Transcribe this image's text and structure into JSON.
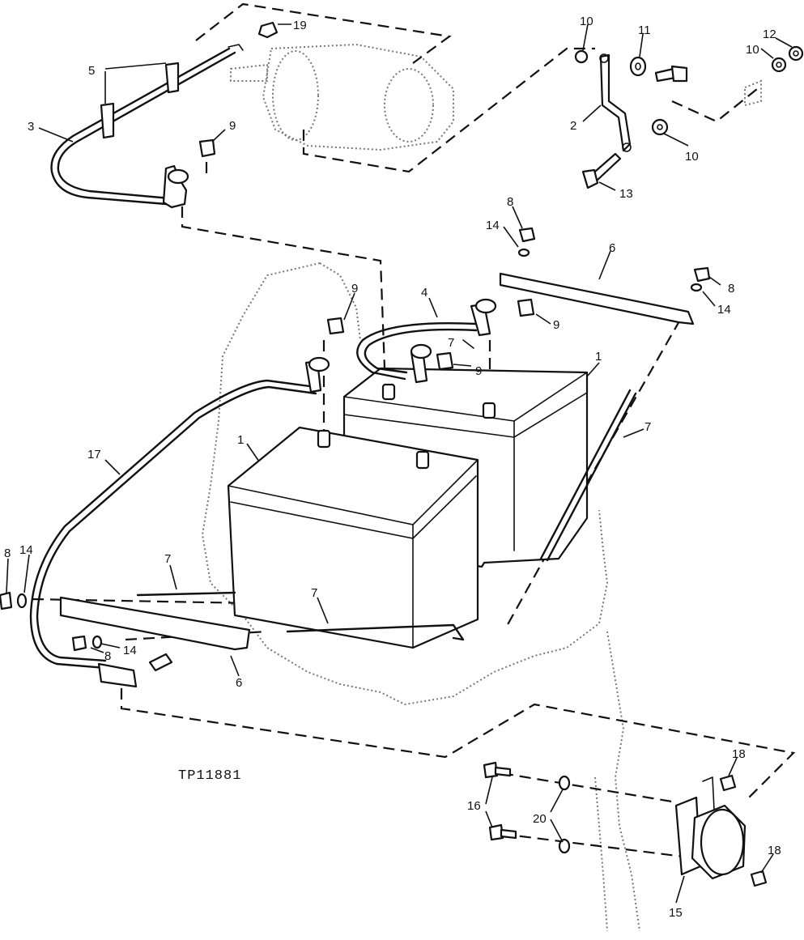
{
  "figure_id": "TP11881",
  "callouts": {
    "c1a": "1",
    "c1b": "1",
    "c2": "2",
    "c3": "3",
    "c4": "4",
    "c5": "5",
    "c6a": "6",
    "c6b": "6",
    "c7a": "7",
    "c7b": "7",
    "c7c": "7",
    "c7d": "7",
    "c8a": "8",
    "c8b": "8",
    "c8c": "8",
    "c8d": "8",
    "c9a": "9",
    "c9b": "9",
    "c9c": "9",
    "c9d": "9",
    "c10a": "10",
    "c10b": "10",
    "c10c": "10",
    "c11": "11",
    "c12": "12",
    "c13": "13",
    "c14a": "14",
    "c14b": "14",
    "c14c": "14",
    "c14d": "14",
    "c15": "15",
    "c16": "16",
    "c17": "17",
    "c18a": "18",
    "c18b": "18",
    "c19": "19",
    "c20": "20"
  }
}
